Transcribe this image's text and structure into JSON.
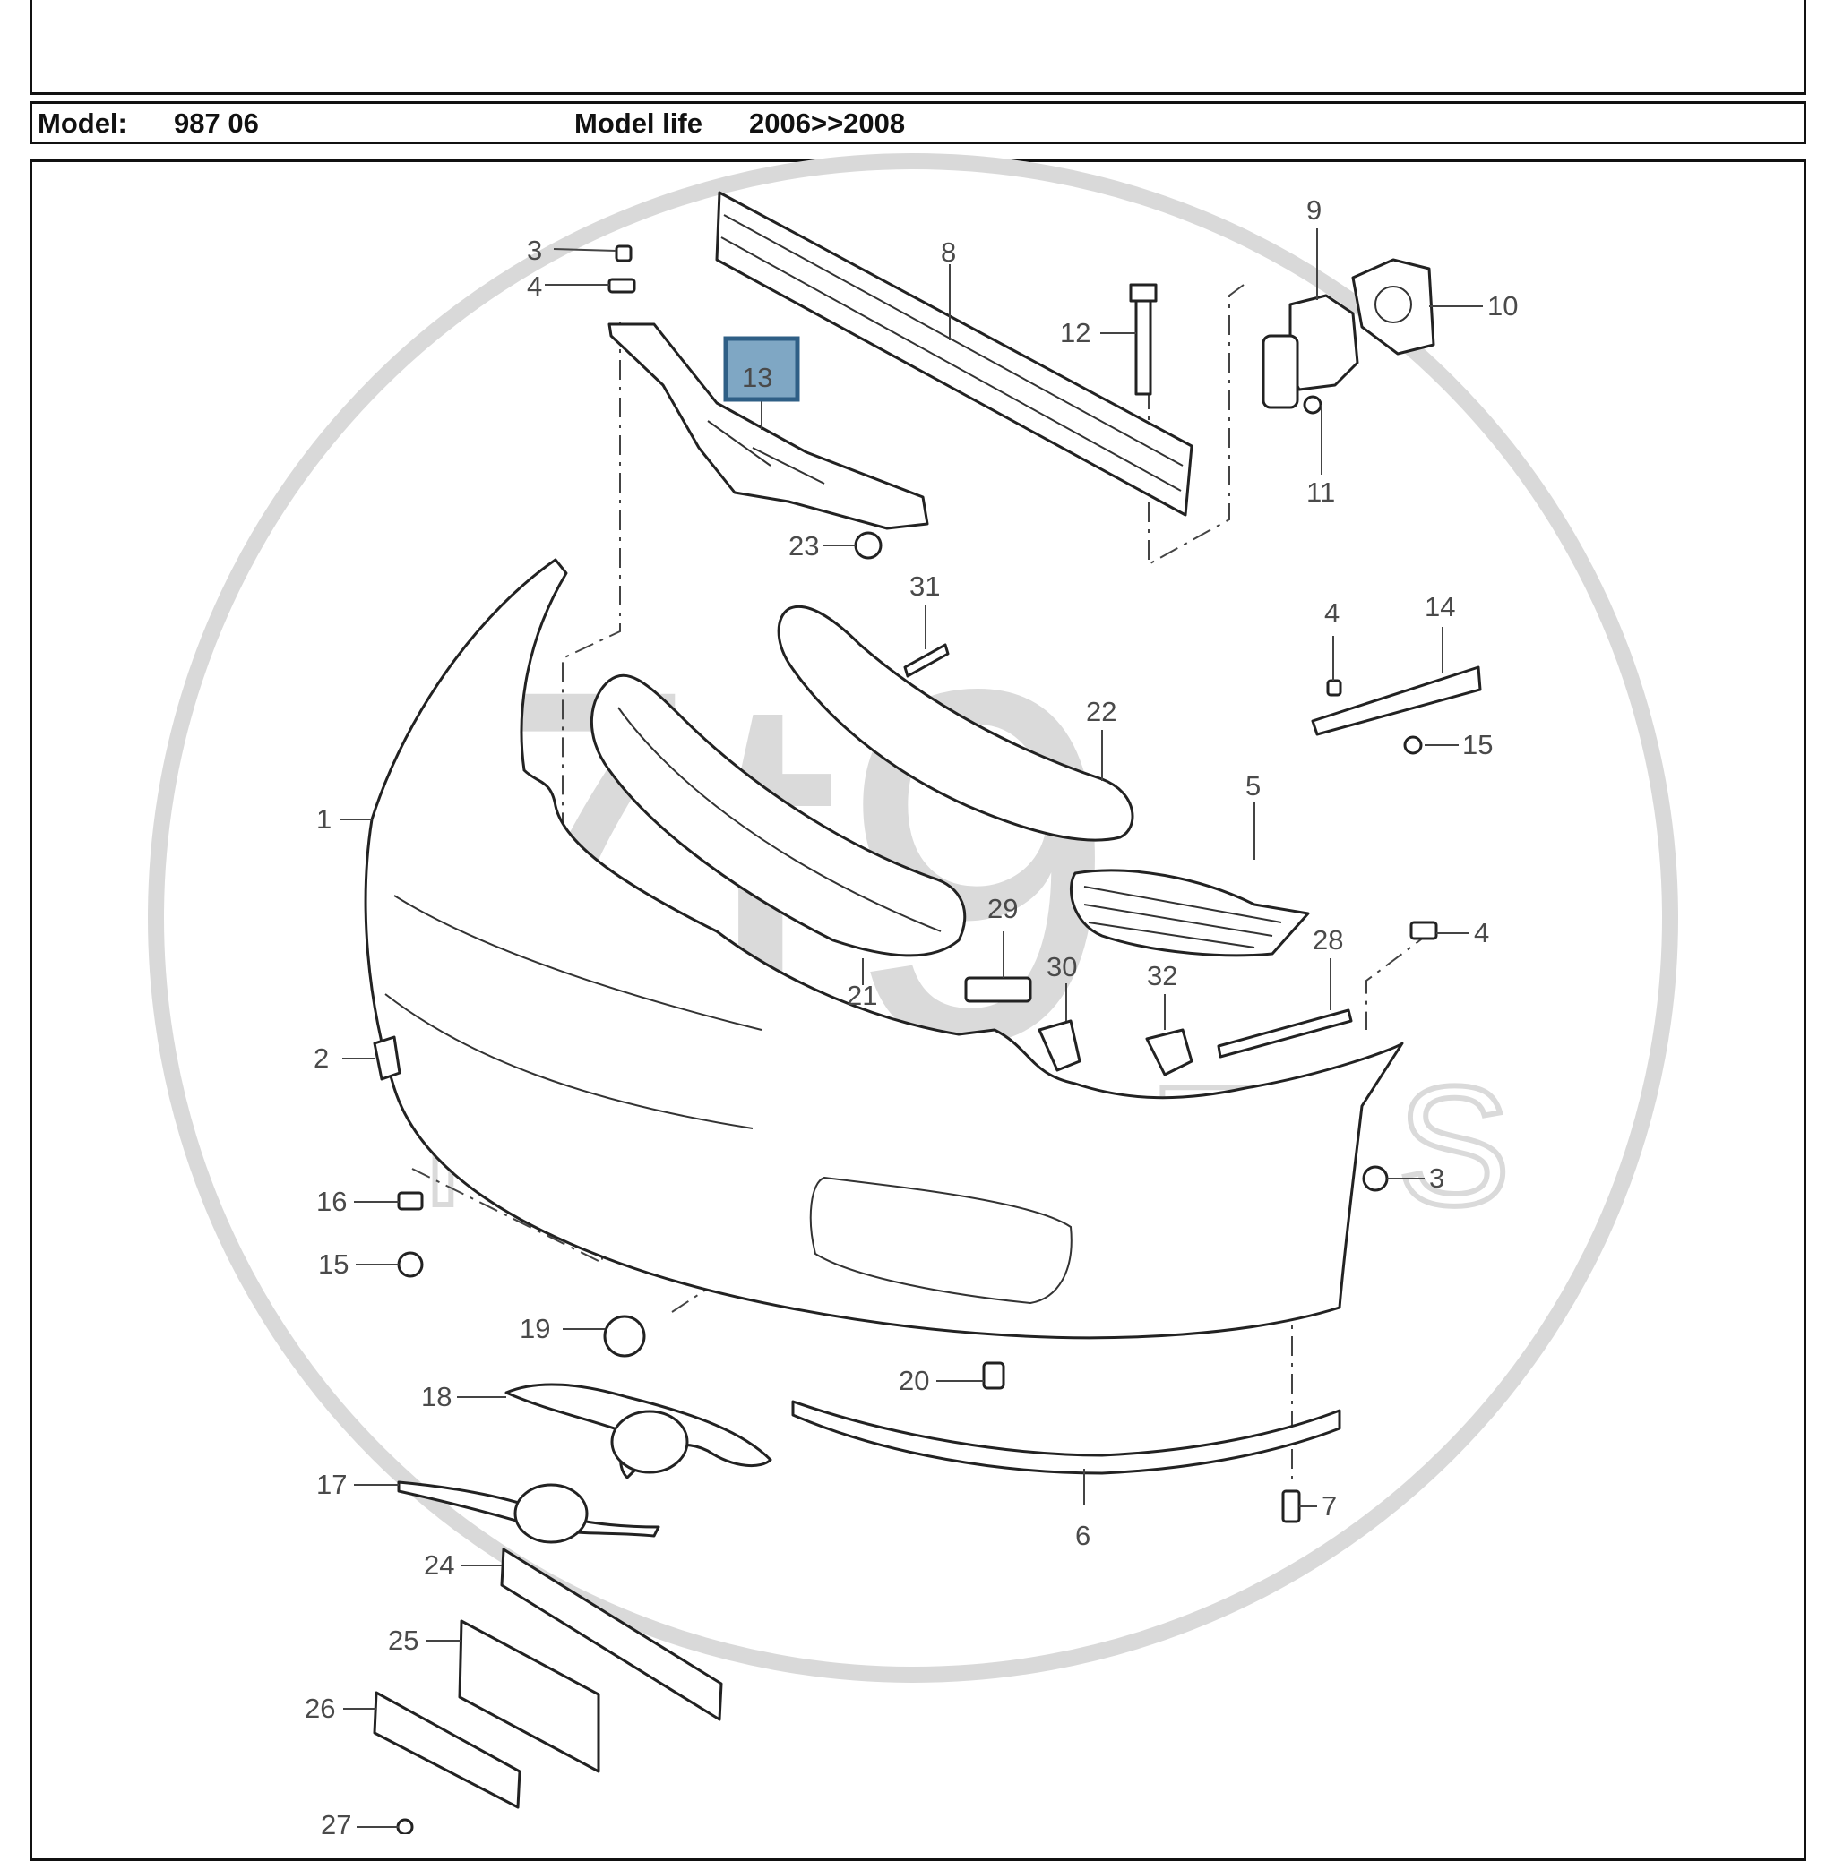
{
  "header": {
    "model_label": "Model:",
    "model_value": "987 06",
    "model_life_label": "Model life",
    "model_life_value": "2006>>2008"
  },
  "watermark": {
    "logo_text": "7t9",
    "logo_sub": "PARTS"
  },
  "highlight_color": "#7fa7c4",
  "callouts": {
    "c1": "1",
    "c2": "2",
    "c3a": "3",
    "c3b": "3",
    "c4a": "4",
    "c4b": "4",
    "c4c": "4",
    "c5": "5",
    "c6": "6",
    "c7": "7",
    "c8": "8",
    "c9": "9",
    "c10": "10",
    "c11": "11",
    "c12": "12",
    "c13": "13",
    "c14": "14",
    "c15a": "15",
    "c15b": "15",
    "c16": "16",
    "c17": "17",
    "c18": "18",
    "c19": "19",
    "c20": "20",
    "c21": "21",
    "c22": "22",
    "c23": "23",
    "c24": "24",
    "c25": "25",
    "c26": "26",
    "c27": "27",
    "c28": "28",
    "c29": "29",
    "c30": "30",
    "c31": "31",
    "c32": "32"
  }
}
